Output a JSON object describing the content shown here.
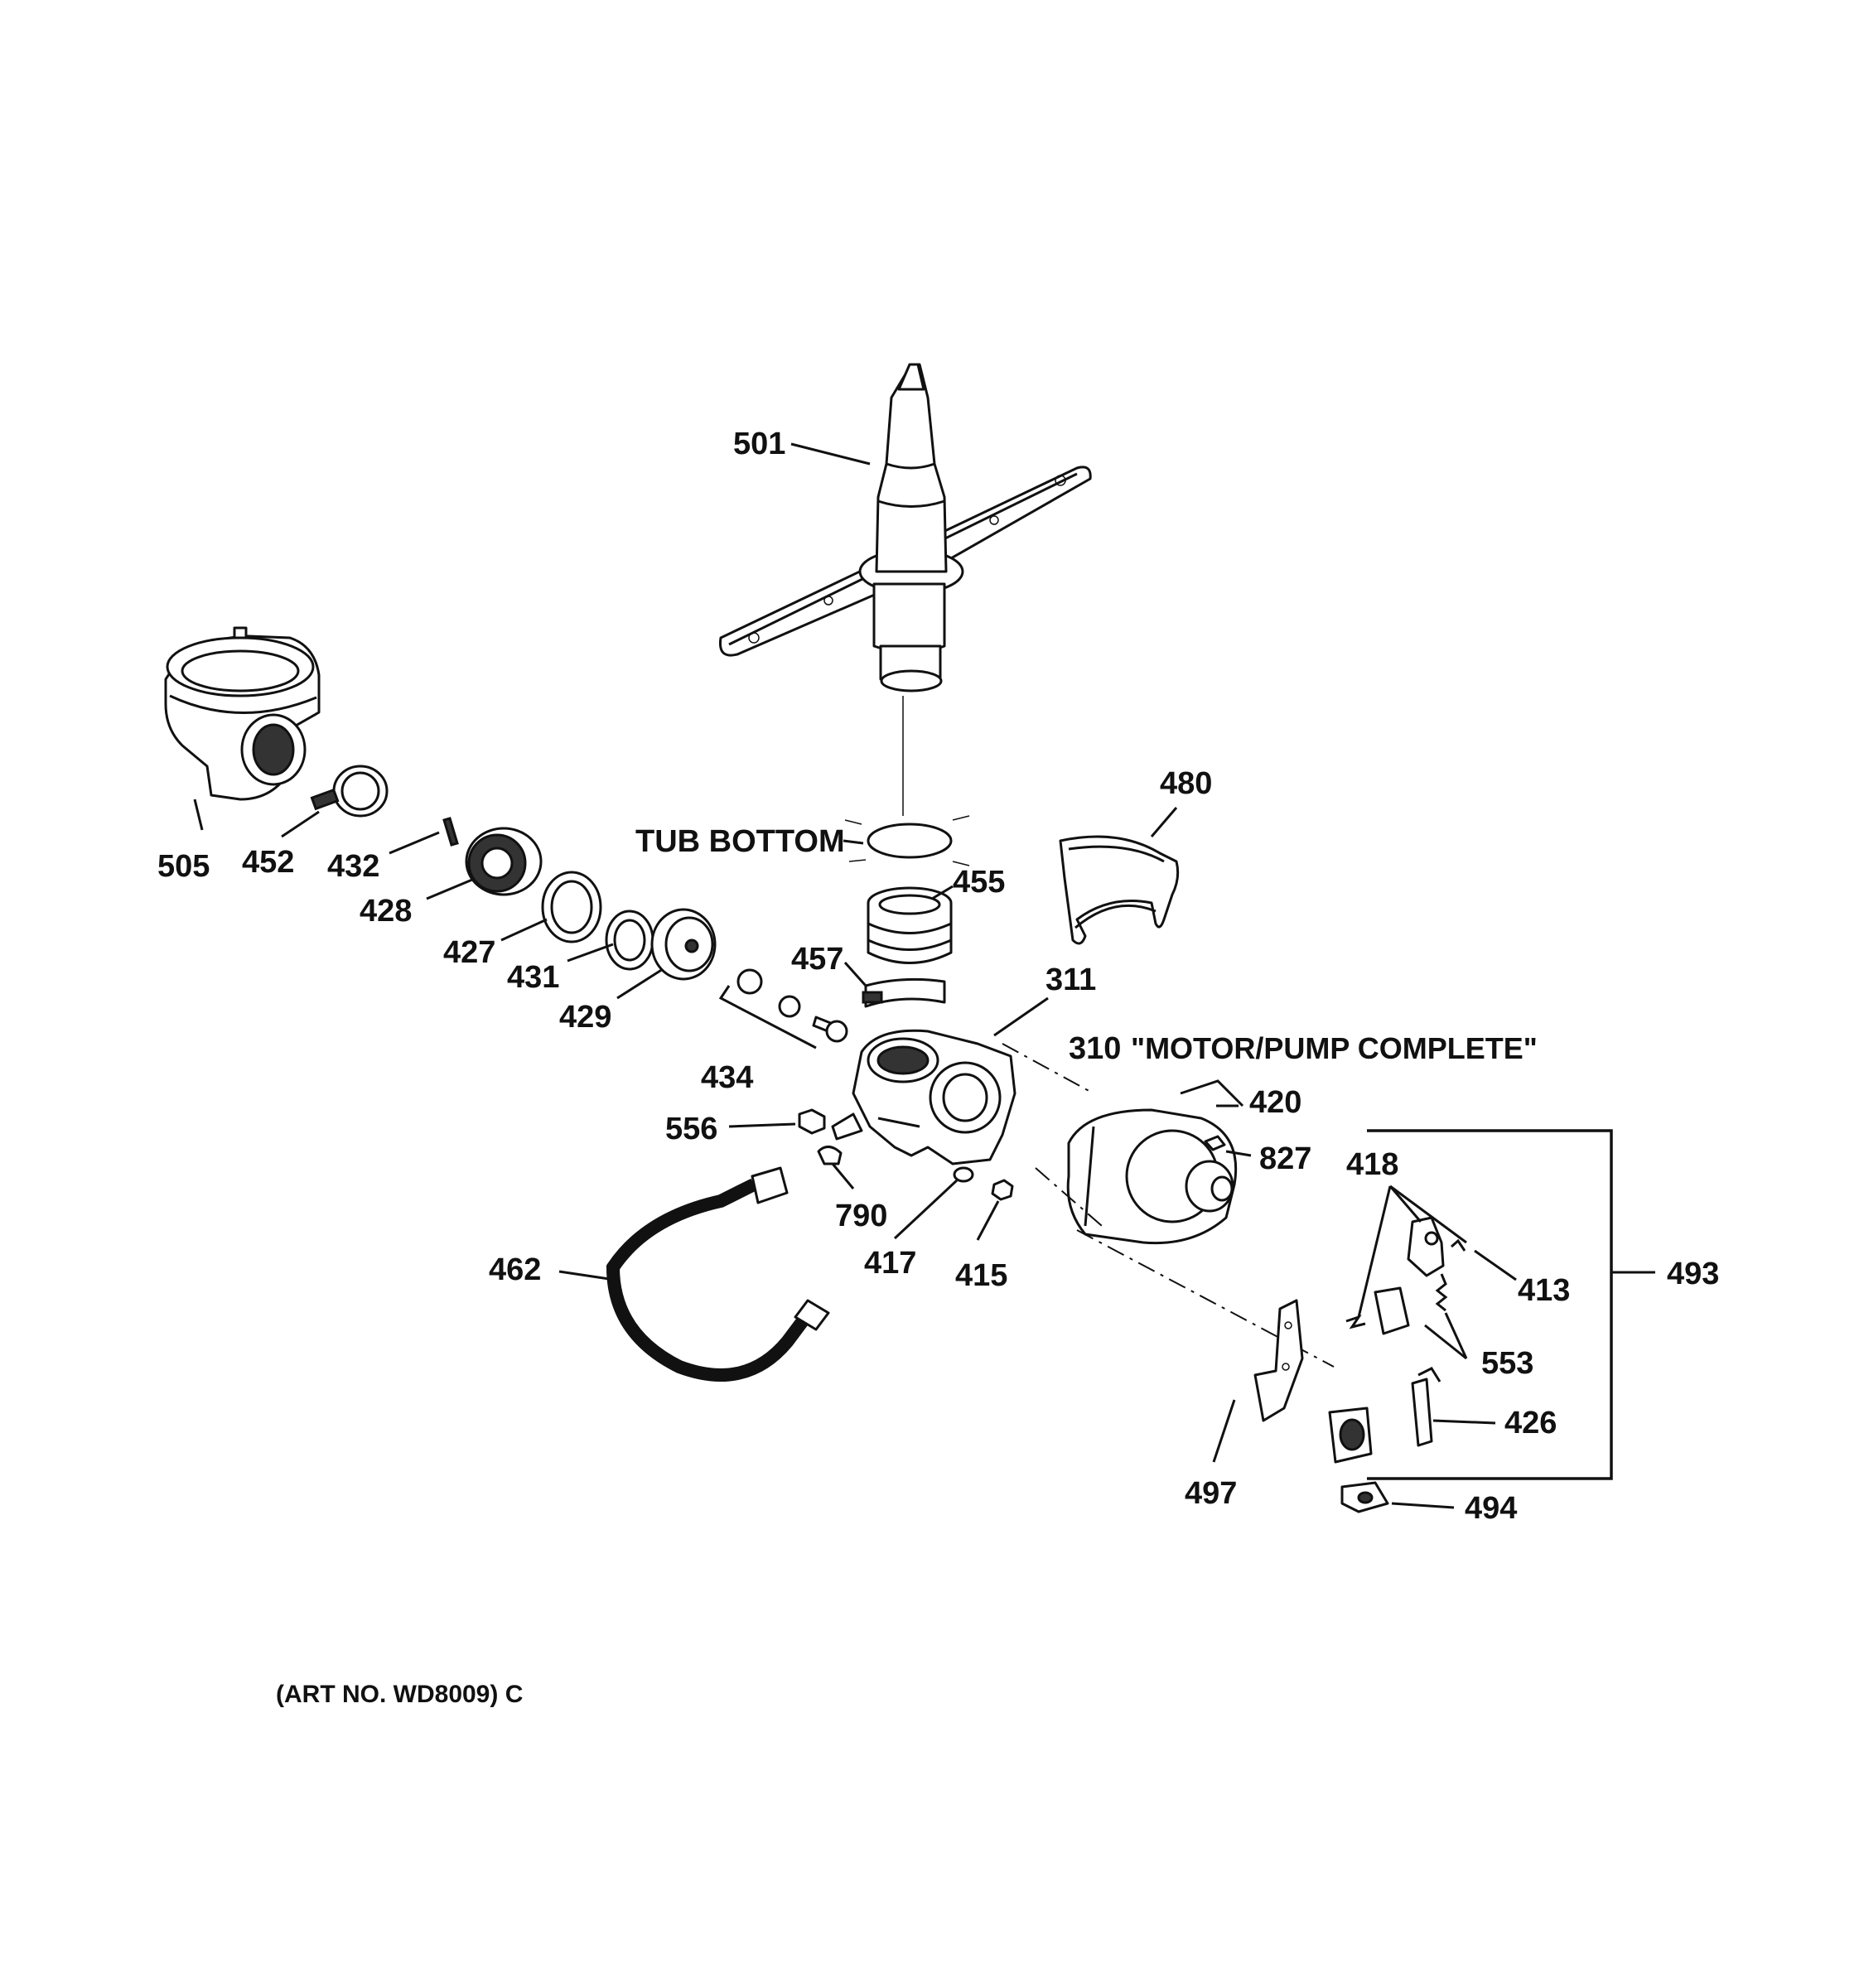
{
  "labels": {
    "p501": "501",
    "p505": "505",
    "p452": "452",
    "p432": "432",
    "p428": "428",
    "p427": "427",
    "p431": "431",
    "p429": "429",
    "tub_bottom": "TUB BOTTOM",
    "p455": "455",
    "p457": "457",
    "p480": "480",
    "p311": "311",
    "p310": "310",
    "motor_pump_complete": "\"MOTOR/PUMP COMPLETE\"",
    "p434": "434",
    "p556": "556",
    "p420": "420",
    "p827": "827",
    "p418": "418",
    "p493": "493",
    "p413": "413",
    "p790": "790",
    "p417": "417",
    "p415": "415",
    "p462": "462",
    "p553": "553",
    "p426": "426",
    "p497": "497",
    "p494": "494",
    "art_no": "(ART NO. WD8009) C"
  }
}
